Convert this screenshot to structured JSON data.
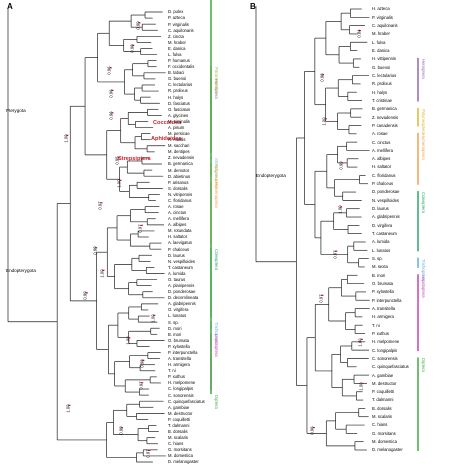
{
  "panels": [
    {
      "letter": "A",
      "clades": [
        "Pterygota",
        "Endopterygota"
      ],
      "highlights": [
        "Coccoidea",
        "Aphidoidea",
        "Strepsiptera"
      ],
      "groups": [
        {
          "name": "Hemiptera",
          "color": "#9c6fb3"
        },
        {
          "name": "Paraneoptera",
          "color": "#a3c644"
        },
        {
          "name": "Strepsiptera",
          "color": "#7cc3dc"
        },
        {
          "name": "Polyneoptera",
          "color": "#e3b940"
        },
        {
          "name": "Hymenoptera",
          "color": "#f2a65a"
        },
        {
          "name": "Coleoptera",
          "color": "#3aab73"
        },
        {
          "name": "Trichoptera",
          "color": "#6ab5df"
        },
        {
          "name": "Lepidoptera",
          "color": "#c94fb4"
        },
        {
          "name": "Diptera",
          "color": "#4cae4c"
        }
      ],
      "taxa": [
        "D. pulex",
        "P. azteca",
        "P. virginalis",
        "C. aquilonaris",
        "Z. cincta",
        "M. hraber",
        "E. danica",
        "L. fulva",
        "P. humanus",
        "F. occidentalis",
        "B. tabaci",
        "G. buenoi",
        "C. lectularius",
        "R. prolixus",
        "H. halys",
        "D. fasciatus",
        "O. fasciatus",
        "A. glycines",
        "M. viminalis",
        "A. pisum",
        "M. persicae",
        "R. maidis",
        "M. sacchari",
        "M. dentipes",
        "Z. nevadensis",
        "B. germanica",
        "M. demotor",
        "D. abietinus",
        "P. arisanus",
        "S. dorsalis",
        "N. vitripennis",
        "C. floridanus",
        "A. rosae",
        "A. cinctus",
        "A. mellifera",
        "A. albipes",
        "M. rotundata",
        "H. saltator",
        "A. laevigatus",
        "P. chalceus",
        "D. laurus",
        "N. vespilloides",
        "T. castaneum",
        "A. lumida",
        "O. taurus",
        "A. planipennis",
        "D. ponderosae",
        "D. decemlineata",
        "A. glabripennis",
        "O. virgifera",
        "L. lunatus",
        "S. sp.",
        "D. mori",
        "B. mori",
        "O. brumata",
        "P. xylostella",
        "P. interpunctella",
        "A. transitella",
        "H. armigera",
        "T. ni",
        "P. xuthus",
        "H. melpomene",
        "C. longipalpis",
        "C. sonorensis",
        "C. quinquefasciatus",
        "A. gambiae",
        "M. destructor",
        "P. coquilletti",
        "T. dalmanni",
        "B. dorsalis",
        "M. scalaris",
        "C. hians",
        "G. morsitans",
        "M. domestica",
        "D. melanogaster"
      ],
      "support": [
        "0.99",
        "0.98",
        "0.96",
        "0.96",
        "0.96",
        "1.00",
        "0.95",
        "1.00",
        "0.97",
        "0.97",
        "0.99",
        "1.00",
        "0.99",
        "1.00",
        "1.00",
        "0.98",
        "0.97",
        "1.00",
        "0.99",
        "0.97"
      ]
    },
    {
      "letter": "B",
      "clades": [
        "Endopterygota"
      ],
      "groups": [
        {
          "name": "Hemiptera",
          "color": "#9c6fb3"
        },
        {
          "name": "Polyneoptera",
          "color": "#e3b940"
        },
        {
          "name": "Hymenoptera",
          "color": "#f2a65a"
        },
        {
          "name": "Coleoptera",
          "color": "#3aab73"
        },
        {
          "name": "Trichoptera",
          "color": "#6ab5df"
        },
        {
          "name": "Lepidoptera",
          "color": "#c94fb4"
        },
        {
          "name": "Diptera",
          "color": "#4cae4c"
        }
      ],
      "taxa": [
        "H. azteca",
        "P. virginalis",
        "C. aquilonaris",
        "M. hraber",
        "L. fulva",
        "E. danica",
        "H. vittipennis",
        "G. buenoi",
        "C. lectularius",
        "R. prolixus",
        "H. halys",
        "T. cristinae",
        "B. germanica",
        "Z. nevadensis",
        "P. canadensis",
        "A. rosae",
        "C. cinctus",
        "A. mellifera",
        "A. albipes",
        "H. saltator",
        "C. floridanus",
        "P. chalceus",
        "D. ponderosae",
        "N. vespilloides",
        "D. laurus",
        "A. glabripennis",
        "D. virgifera",
        "T. castaneum",
        "A. lumida",
        "L. lunatus",
        "S. sp.",
        "M. sexta",
        "B. mori",
        "O. brumata",
        "P. xylostella",
        "P. interpunctella",
        "A. transitella",
        "H. armigera",
        "T. ni",
        "P. xuthus",
        "H. melpomene",
        "C. longipalpis",
        "C. sonorensis",
        "C. quinquefasciatus",
        "A. gambiae",
        "M. destructor",
        "P. coquilletti",
        "T. dalmanni",
        "B. dorsalis",
        "M. scalaris",
        "C. hians",
        "G. morsitans",
        "M. domestica",
        "D. melanogaster"
      ],
      "support": [
        "0.84",
        "0.98",
        "1.00",
        "0.99",
        "1.00",
        "0.97",
        "0.97",
        "1.00",
        "1.00",
        "0.96"
      ]
    }
  ]
}
